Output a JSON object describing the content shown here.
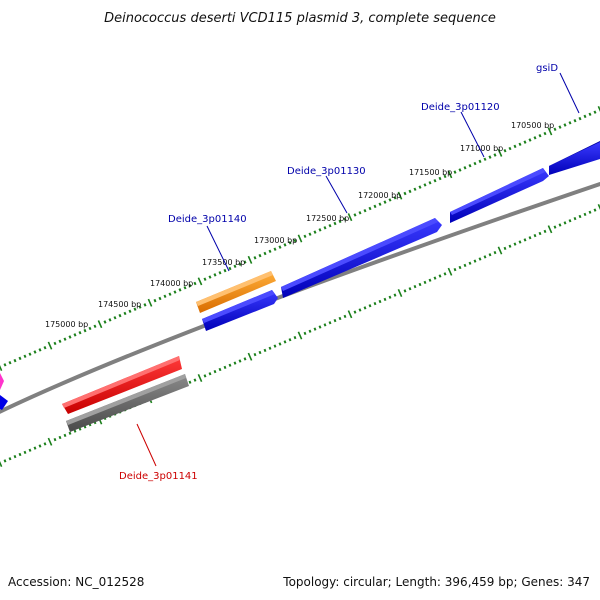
{
  "title": "Deinococcus deserti VCD115 plasmid 3, complete sequence",
  "footer": {
    "accession": "Accession: NC_012528",
    "summary": "Topology: circular; Length: 396,459 bp; Genes: 347"
  },
  "scale_labels": [
    "175000 bp",
    "174500 bp",
    "174000 bp",
    "173500 bp",
    "173000 bp",
    "172500 bp",
    "172000 bp",
    "171500 bp",
    "171000 bp",
    "170500 bp"
  ],
  "gene_labels": [
    {
      "text": "gsiD",
      "color": "#0000aa"
    },
    {
      "text": "Deide_3p01120",
      "color": "#0000aa"
    },
    {
      "text": "Deide_3p01130",
      "color": "#0000aa"
    },
    {
      "text": "Deide_3p01140",
      "color": "#0000aa"
    },
    {
      "text": "Deide_3p01141",
      "color": "#cc0000"
    }
  ],
  "colors": {
    "forward_gene": "#0000e6",
    "reverse_gene": "#ff0000",
    "highlight_gene": "#ff8c00",
    "rna_gene": "#6b6b6b",
    "other_gene": "#ff33cc",
    "backbone": "#808080",
    "ticks": "#1a7f1a"
  }
}
